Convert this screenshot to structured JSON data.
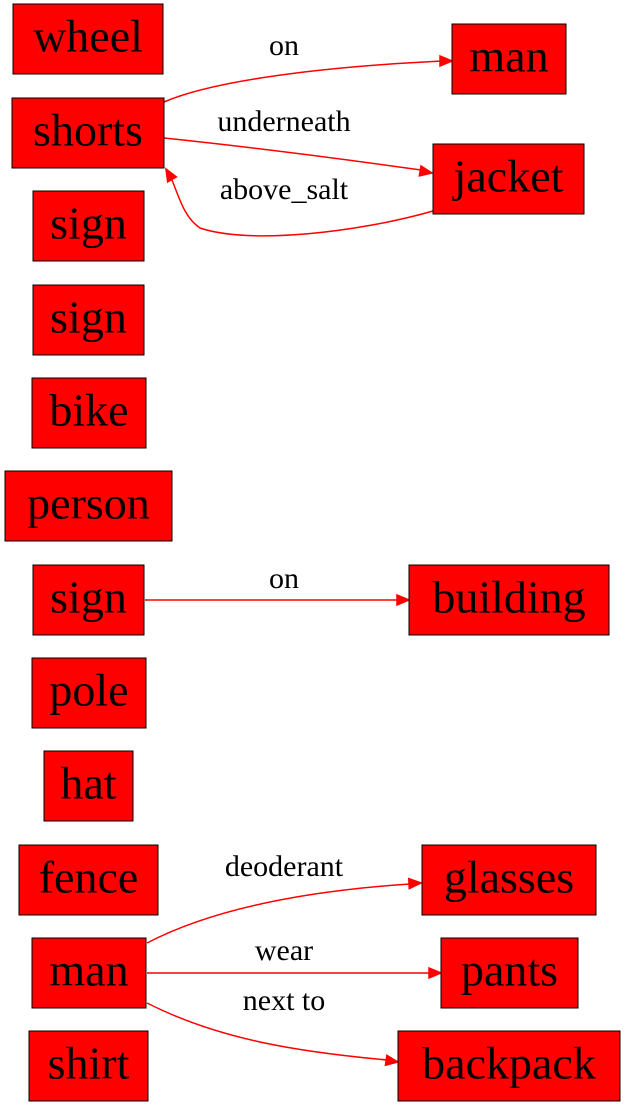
{
  "colors": {
    "node_fill": "#ff0000",
    "node_border": "#000000",
    "edge": "#ff0000",
    "text": "#000000",
    "background": "#ffffff"
  },
  "nodes": [
    {
      "id": "wheel",
      "label": "wheel"
    },
    {
      "id": "shorts",
      "label": "shorts"
    },
    {
      "id": "sign1",
      "label": "sign"
    },
    {
      "id": "sign2",
      "label": "sign"
    },
    {
      "id": "bike",
      "label": "bike"
    },
    {
      "id": "person",
      "label": "person"
    },
    {
      "id": "sign3",
      "label": "sign"
    },
    {
      "id": "pole",
      "label": "pole"
    },
    {
      "id": "hat",
      "label": "hat"
    },
    {
      "id": "fence",
      "label": "fence"
    },
    {
      "id": "man2",
      "label": "man"
    },
    {
      "id": "shirt",
      "label": "shirt"
    },
    {
      "id": "man1",
      "label": "man"
    },
    {
      "id": "jacket",
      "label": "jacket"
    },
    {
      "id": "building",
      "label": "building"
    },
    {
      "id": "glasses",
      "label": "glasses"
    },
    {
      "id": "pants",
      "label": "pants"
    },
    {
      "id": "backpack",
      "label": "backpack"
    }
  ],
  "edges": [
    {
      "id": "shorts-man1",
      "from": "shorts",
      "to": "man1",
      "label": "on"
    },
    {
      "id": "shorts-jacket",
      "from": "shorts",
      "to": "jacket",
      "label": "underneath"
    },
    {
      "id": "jacket-shorts",
      "from": "jacket",
      "to": "shorts",
      "label": "above_salt"
    },
    {
      "id": "sign3-building",
      "from": "sign3",
      "to": "building",
      "label": "on"
    },
    {
      "id": "man2-glasses",
      "from": "man2",
      "to": "glasses",
      "label": "deoderant"
    },
    {
      "id": "man2-pants",
      "from": "man2",
      "to": "pants",
      "label": "wear"
    },
    {
      "id": "man2-backpack",
      "from": "man2",
      "to": "backpack",
      "label": "next to"
    }
  ]
}
